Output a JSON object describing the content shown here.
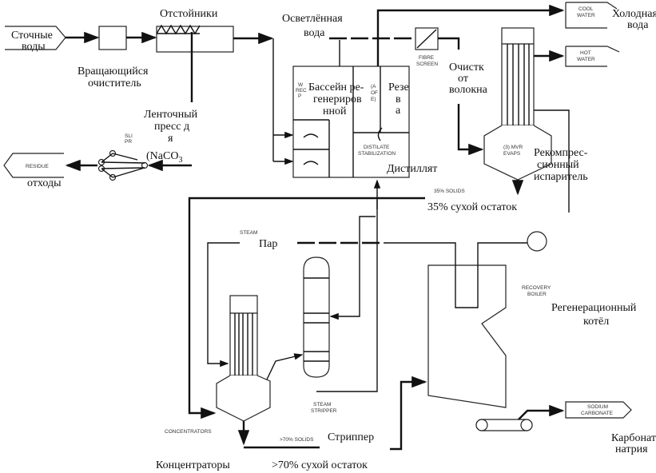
{
  "labels": {
    "sewage": [
      "Сточные",
      "воды"
    ],
    "settlers": "Отстойники",
    "rotary_cleaner": [
      "Вращающийся",
      "очиститель"
    ],
    "belt_press": [
      "Ленточный",
      "пресс д",
      "я"
    ],
    "naco3": "(NaCO",
    "naco3_sub": "3",
    "slip_press_en": [
      "SLI",
      "PR"
    ],
    "residue_en": "RESIDUE",
    "residue_ru": "отходы",
    "clarified_water": [
      "Осветлённая",
      "вода"
    ],
    "recovery_pool": [
      "Бассейн ре-",
      "генериров",
      "нной"
    ],
    "pool_en": [
      "W",
      "REC",
      "P"
    ],
    "pool_en2": [
      "(A",
      "OF",
      "E)"
    ],
    "reserve": [
      "Резе",
      "в",
      "а"
    ],
    "distillate_en": [
      "DISTILATE",
      "STABILIZATION"
    ],
    "distillate_ru": "Дистиллят",
    "fibre_screen_en": [
      "FIBRE",
      "SCREEN"
    ],
    "fibre_screen_ru": [
      "Очистк",
      "от",
      "волокна"
    ],
    "cool_water_en": [
      "COOL",
      "WATER"
    ],
    "cool_water_ru": [
      "Холодная",
      "вода"
    ],
    "hot_water_en": [
      "HOT",
      "WATER"
    ],
    "evaporator_en": [
      "(3) MVR",
      "EVAPS"
    ],
    "evaporator_ru": [
      "Рекомпрес-",
      "сионный",
      "испаритель"
    ],
    "solids35_en": "35% SOLIDS",
    "solids35_ru": "35% сухой остаток",
    "steam_en": "STEAM",
    "steam_ru": "Пар",
    "steam_stripper_en": [
      "STEAM",
      "STRIPPER"
    ],
    "stripper_ru": "Стриппер",
    "concentrators_en": "CONCENTRATORS",
    "concentrators_ru": "Концентраторы",
    "solids70_en": ">70% SOLIDS",
    "solids70_ru": ">70% сухой остаток",
    "recovery_boiler_en": [
      "RECOVERY",
      "BOILER"
    ],
    "recovery_boiler_ru": [
      "Регенерационный",
      "котёл"
    ],
    "sodium_carbonate_en": [
      "SODIUM",
      "CARBONATE"
    ],
    "sodium_carbonate_ru": [
      "Карбонат",
      "натрия"
    ]
  }
}
